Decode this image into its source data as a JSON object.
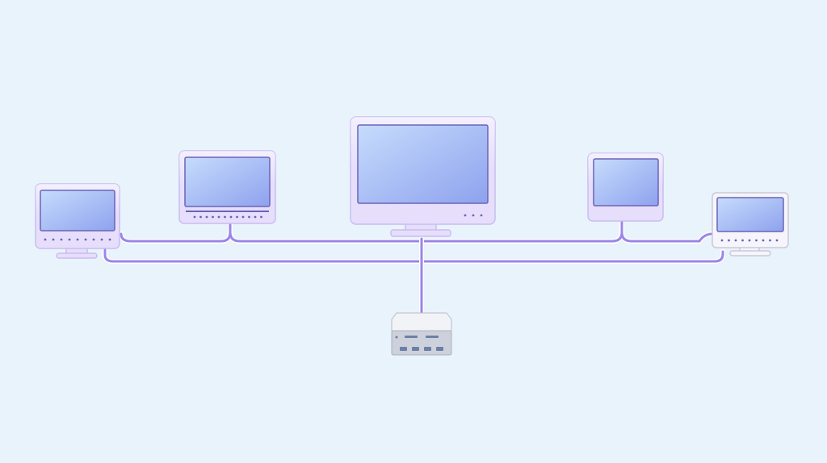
{
  "diagram": {
    "kind": "bus-network",
    "colors": {
      "background": "#e9f3fc",
      "cable": "#9b86e8",
      "cable_shadow": "#ffffff",
      "monitor_body": "#e6defb",
      "monitor_border": "#c8bdf0",
      "screen_top": "#c6dcfc",
      "screen_bottom": "#8ea2ee",
      "screen_border": "#6a64b8",
      "white_monitor_body": "#f6f5fb",
      "white_monitor_border": "#c9c9d9",
      "hub_top": "#f2f3f7",
      "hub_front": "#cdd1db",
      "hub_port": "#6c7fa6"
    },
    "nodes": [
      {
        "id": "monitor-1",
        "icon": "monitor-icon"
      },
      {
        "id": "monitor-2",
        "icon": "monitor-icon"
      },
      {
        "id": "monitor-3",
        "icon": "monitor-icon"
      },
      {
        "id": "monitor-4",
        "icon": "monitor-icon"
      },
      {
        "id": "monitor-5",
        "icon": "monitor-icon"
      },
      {
        "id": "hub",
        "icon": "network-hub-icon"
      }
    ],
    "connections": [
      {
        "from": "monitor-1",
        "to": "bus-upper"
      },
      {
        "from": "monitor-2",
        "to": "bus-upper"
      },
      {
        "from": "monitor-3",
        "to": "hub"
      },
      {
        "from": "monitor-4",
        "to": "bus-upper"
      },
      {
        "from": "monitor-5",
        "to": "bus-upper"
      },
      {
        "from": "monitor-1",
        "to": "monitor-5",
        "via": "bus-lower"
      }
    ]
  }
}
